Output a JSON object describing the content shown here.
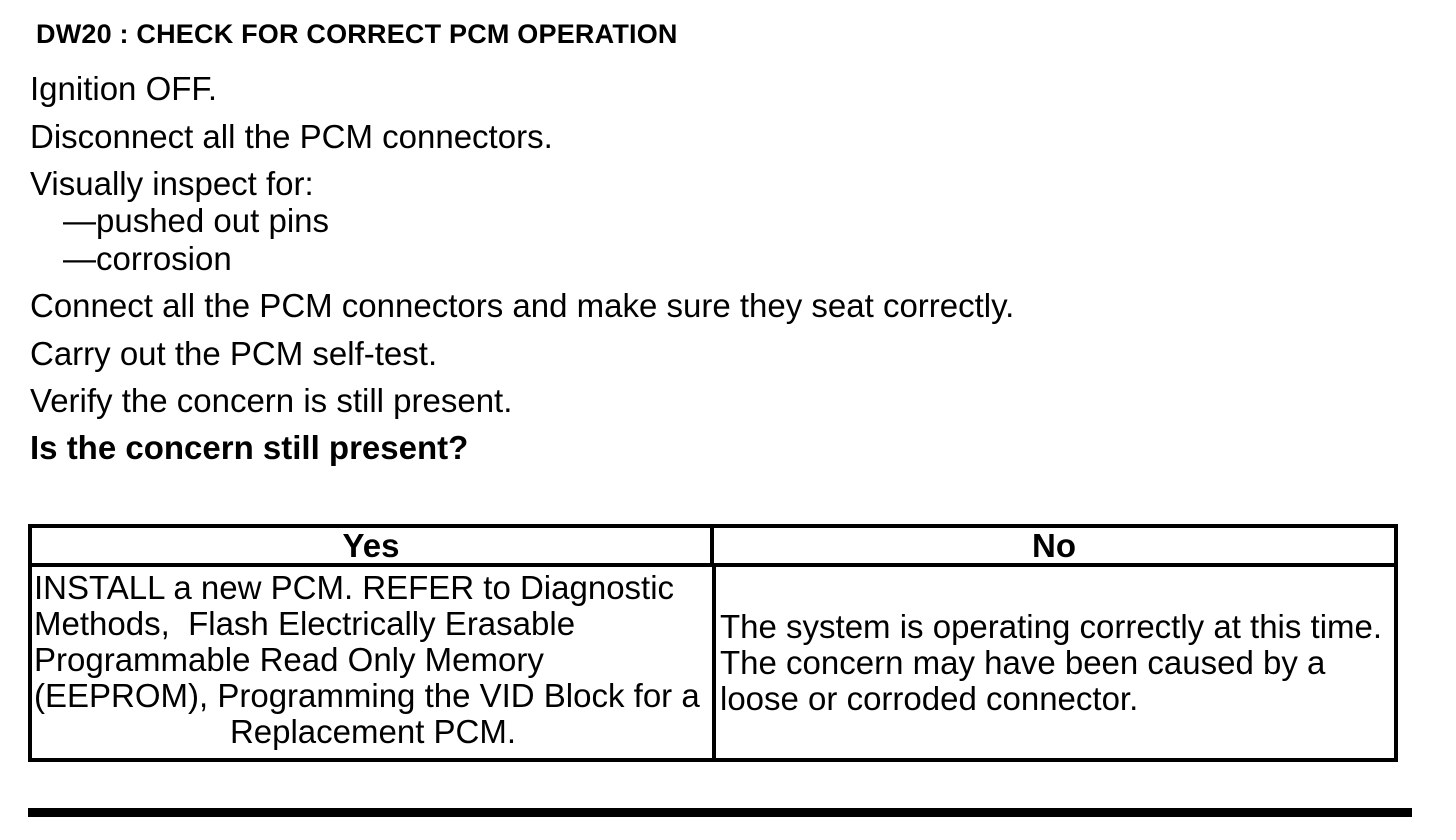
{
  "colors": {
    "text": "#000000",
    "background": "#ffffff"
  },
  "procedure": {
    "heading": "DW20 : CHECK FOR CORRECT PCM OPERATION",
    "steps": [
      "Ignition OFF.",
      "Disconnect all the PCM connectors.",
      "Visually inspect for:",
      "—pushed out pins",
      "—corrosion",
      "Connect all the PCM connectors and make sure they seat correctly.",
      "Carry out the PCM self-test.",
      "Verify the concern is still present."
    ],
    "question": "Is the concern still present?"
  },
  "decision_table": {
    "yes_header": "Yes",
    "no_header": "No",
    "yes_lines": [
      "INSTALL a new PCM. REFER to Diagnostic",
      "Methods,  Flash Electrically Erasable",
      "Programmable Read Only Memory",
      "(EEPROM), Programming the VID Block for a",
      "Replacement PCM."
    ],
    "no_lines": [
      "The system is operating correctly at this time.",
      "The concern may have been caused by a",
      "loose or corroded connector."
    ]
  }
}
